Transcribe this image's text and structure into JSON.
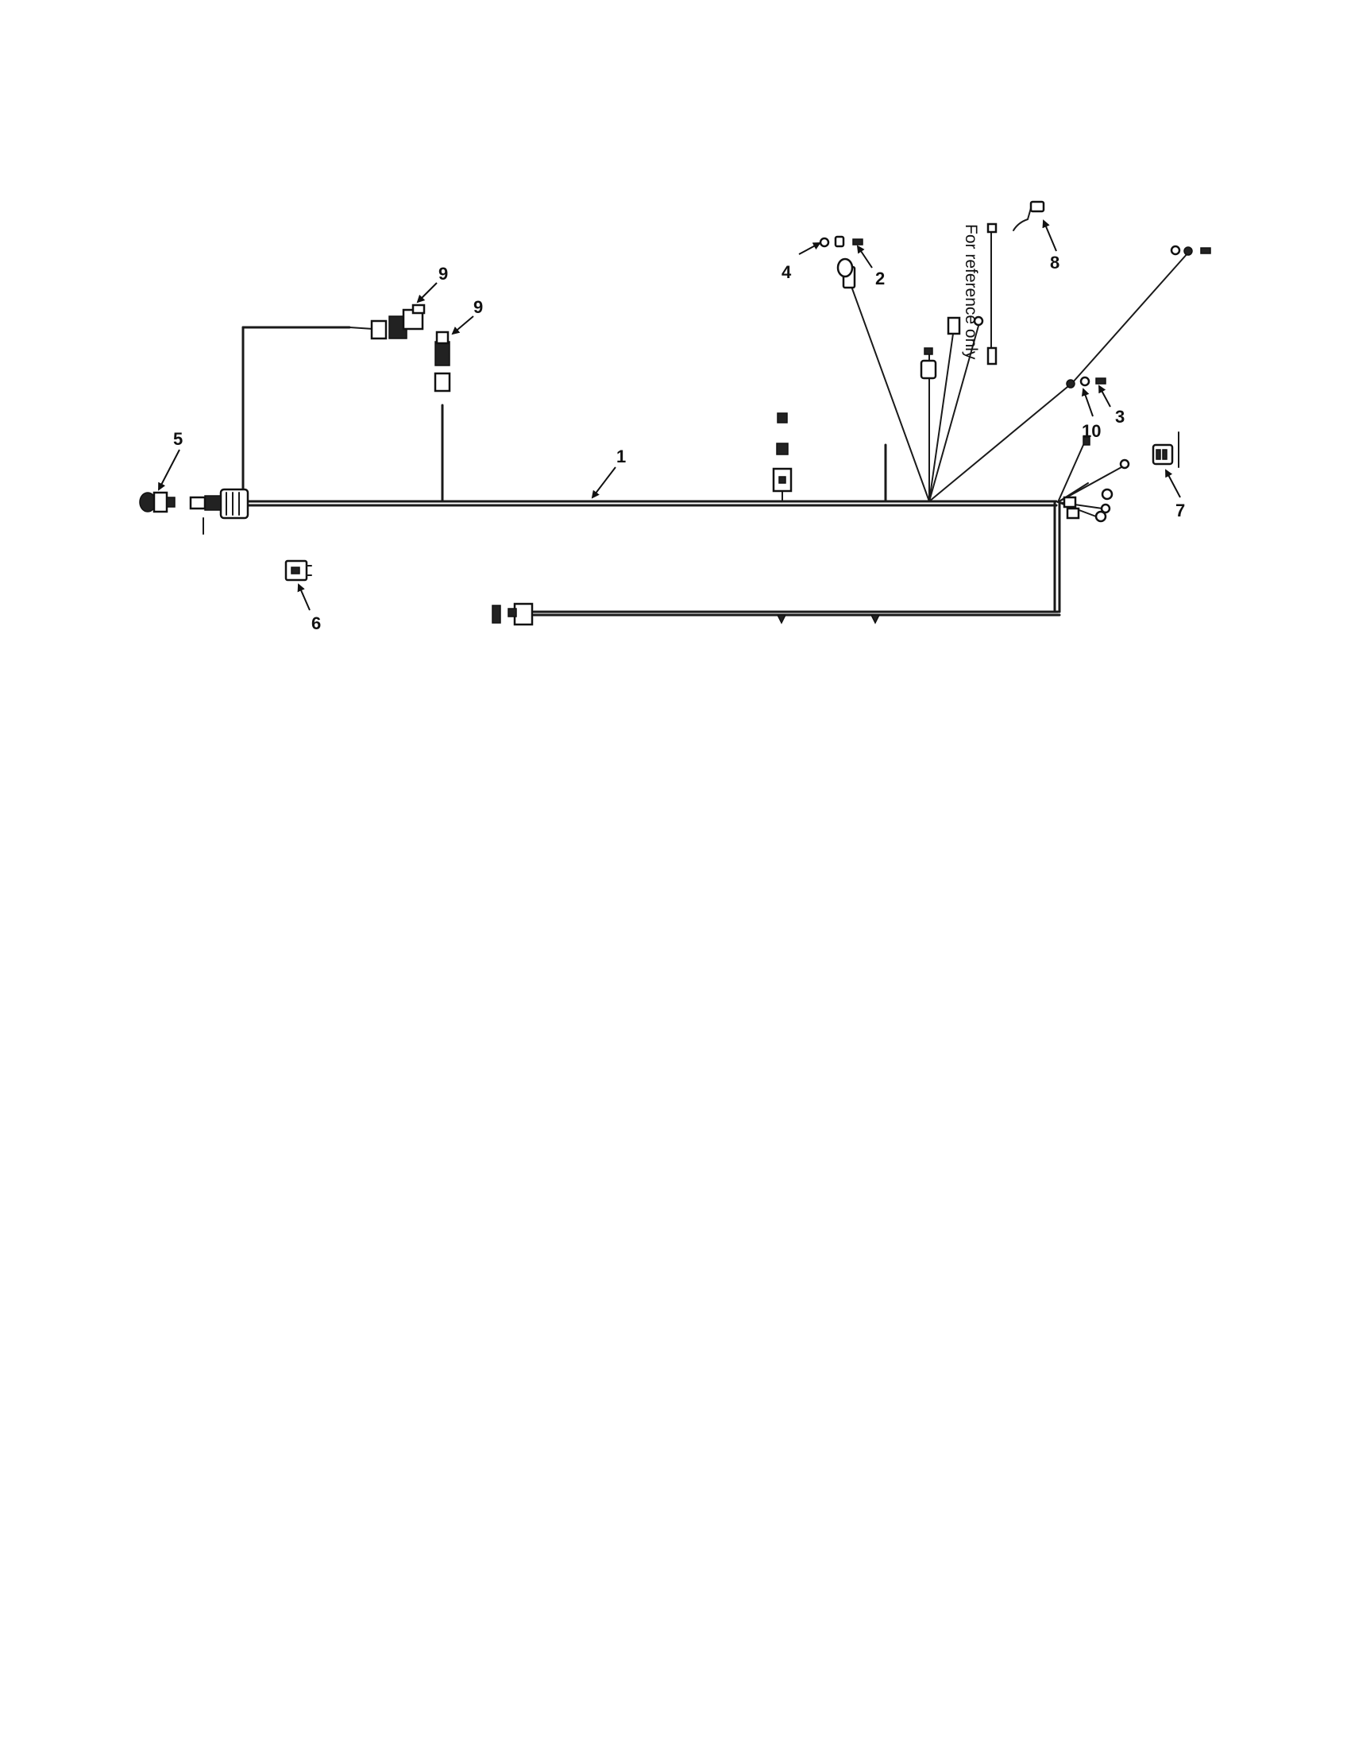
{
  "note": "For reference only",
  "colors": {
    "line": "#111111",
    "background": "#ffffff"
  },
  "callouts": [
    {
      "id": "c1",
      "label": "1"
    },
    {
      "id": "c2",
      "label": "2"
    },
    {
      "id": "c3",
      "label": "3"
    },
    {
      "id": "c4",
      "label": "4"
    },
    {
      "id": "c5",
      "label": "5"
    },
    {
      "id": "c6",
      "label": "6"
    },
    {
      "id": "c7",
      "label": "7"
    },
    {
      "id": "c8",
      "label": "8"
    },
    {
      "id": "c9a",
      "label": "9"
    },
    {
      "id": "c9b",
      "label": "9"
    },
    {
      "id": "c10",
      "label": "10"
    }
  ]
}
